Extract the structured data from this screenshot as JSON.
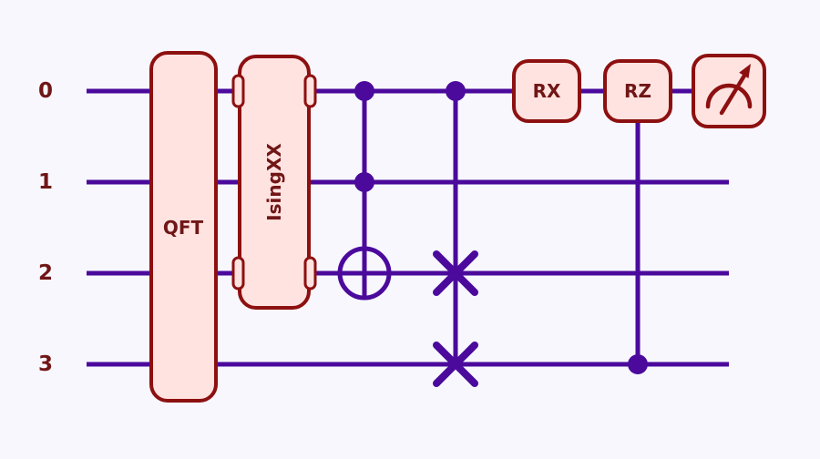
{
  "circuit": {
    "type": "quantum-circuit-diagram",
    "num_wires": 4,
    "wire_labels": [
      "0",
      "1",
      "2",
      "3"
    ],
    "gates": [
      {
        "id": "qft",
        "label": "QFT",
        "type": "multi-qubit-box",
        "wires": [
          0,
          1,
          2,
          3
        ]
      },
      {
        "id": "isingxx",
        "label": "IsingXX",
        "type": "multi-qubit-box",
        "wires": [
          0,
          1,
          2
        ]
      },
      {
        "id": "toffoli",
        "type": "controlled-not",
        "control_wires": [
          0,
          1
        ],
        "target_wire": 2
      },
      {
        "id": "cswap",
        "type": "controlled-swap",
        "control_wires": [
          0
        ],
        "swap_wires": [
          2,
          3
        ]
      },
      {
        "id": "rx",
        "label": "RX",
        "type": "single-qubit-box",
        "wires": [
          0
        ]
      },
      {
        "id": "crz",
        "label": "RZ",
        "type": "controlled-box",
        "target_wire": 0,
        "control_wires": [
          3
        ]
      },
      {
        "id": "measure",
        "type": "measurement",
        "wires": [
          0
        ]
      }
    ],
    "colors": {
      "background": "#f7f7fd",
      "wire": "#4b0a9c",
      "gate_fill": "#ffe3e1",
      "gate_border": "#8d1010",
      "text": "#701616"
    }
  }
}
